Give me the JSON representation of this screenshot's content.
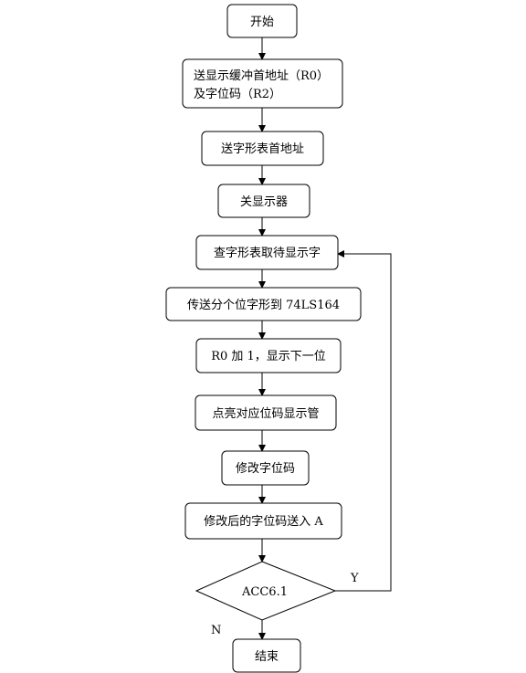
{
  "flowchart": {
    "nodes": [
      {
        "id": "start",
        "shape": "rounded",
        "lines": [
          "开始"
        ]
      },
      {
        "id": "send_buffer",
        "shape": "rounded",
        "lines": [
          "送显示缓冲首地址（R0）",
          "及字位码（R2）"
        ]
      },
      {
        "id": "send_table",
        "shape": "rounded",
        "lines": [
          "送字形表首地址"
        ]
      },
      {
        "id": "turn_off",
        "shape": "rounded",
        "lines": [
          "关显示器"
        ]
      },
      {
        "id": "lookup",
        "shape": "rounded",
        "lines": [
          "查字形表取待显示字"
        ]
      },
      {
        "id": "transfer",
        "shape": "rounded",
        "lines": [
          "传送分个位字形到 74LS164"
        ]
      },
      {
        "id": "increment",
        "shape": "rounded",
        "lines": [
          "R0 加 1，显示下一位"
        ]
      },
      {
        "id": "light",
        "shape": "rounded",
        "lines": [
          "点亮对应位码显示管"
        ]
      },
      {
        "id": "modify",
        "shape": "rounded",
        "lines": [
          "修改字位码"
        ]
      },
      {
        "id": "send_a",
        "shape": "rounded",
        "lines": [
          "修改后的字位码送入 A"
        ]
      },
      {
        "id": "decision",
        "shape": "diamond",
        "lines": [
          "ACC6.1"
        ]
      },
      {
        "id": "end",
        "shape": "rounded",
        "lines": [
          "结束"
        ]
      }
    ],
    "branch_labels": {
      "yes": "Y",
      "no": "N"
    },
    "colors": {
      "stroke": "#000000",
      "fill": "#ffffff",
      "text": "#000000"
    }
  }
}
